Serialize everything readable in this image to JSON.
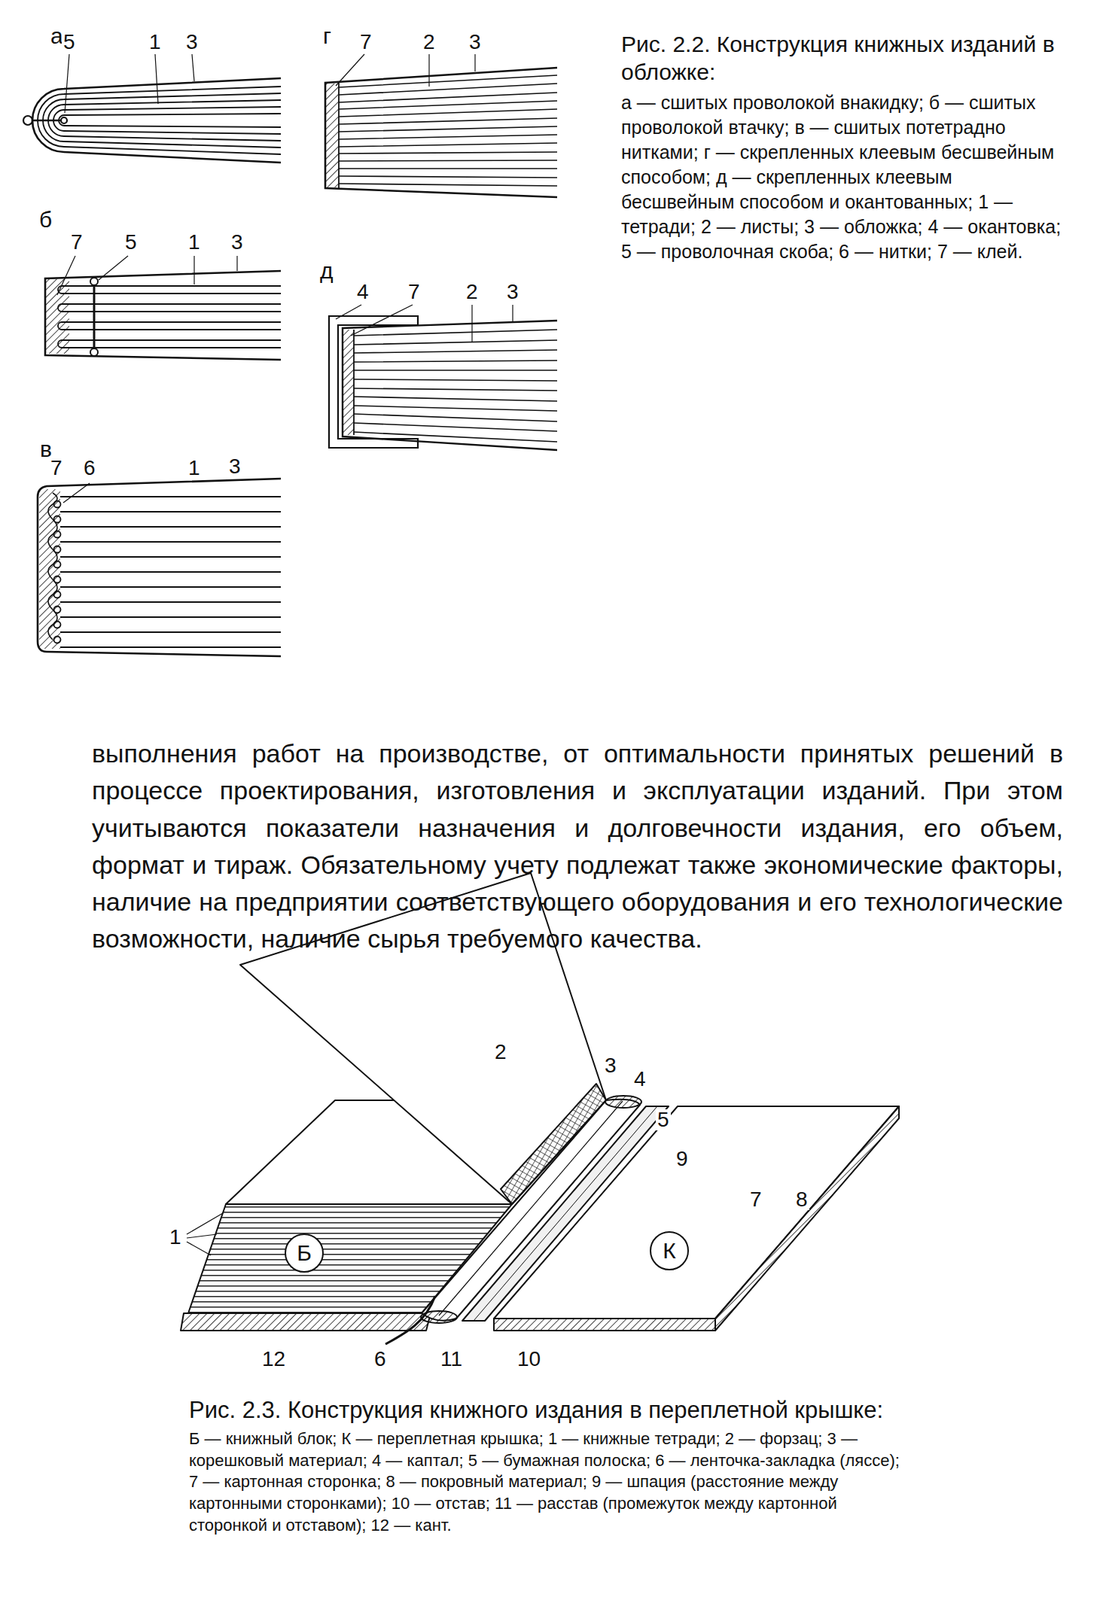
{
  "diagram": {
    "nodes": [
      {
        "text": [
          "Б"
        ]
      },
      {
        "text": [
          "К"
        ]
      }
    ],
    "labels": [
      "а",
      "5",
      "1",
      "3",
      "б",
      "7",
      "5",
      "1",
      "3",
      "в",
      "7",
      "6",
      "1",
      "3",
      "г",
      "7",
      "2",
      "3",
      "д",
      "4",
      "7",
      "2",
      "3",
      "Рис. 2.2. Конструкция книжных изданий в обложке:",
      "а — сшитых проволокой внакидку; б — сшитых проволокой втачку; в — сшитых потетрадно нитками; г — скрепленных клеевым бесшвейным способом; д — скрепленных клеевым бесшвейным способом и окантованных; 1 — тетради; 2 — листы; 3 — обложка; 4 — окантовка; 5 — проволочная скоба; 6 — нитки; 7 — клей.",
      "выполнения работ на производстве, от оптимальности принятых решений в процессе проектирования, изготовления и эксплуатации изданий. При этом учитываются показатели назначения и долговечности издания, его объем, формат и тираж. Обязательному учету подлежат также экономические факторы, наличие на предприятии соответствующего оборудования и его технологические возможности, наличие сырья требуемого качества.",
      "2",
      "3",
      "4",
      "5",
      "9",
      "7",
      "8",
      "1",
      "12",
      "6",
      "11",
      "10",
      "Рис. 2.3. Конструкция книжного издания в переплетной крышке:",
      "Б — книжный блок; К — переплетная крышка; 1 — книжные тетради; 2 — форзац; 3 — корешковый материал; 4 — каптал; 5 — бумажная полоска; 6 — ленточка-закладка (ляссе); 7 — картонная сторонка; 8 — покровный материал; 9 — шпация (расстояние между картонными сторонками); 10 — отстав; 11 — расстав (промежуток между картонной сторонкой и отставом); 12 — кант."
    ]
  }
}
